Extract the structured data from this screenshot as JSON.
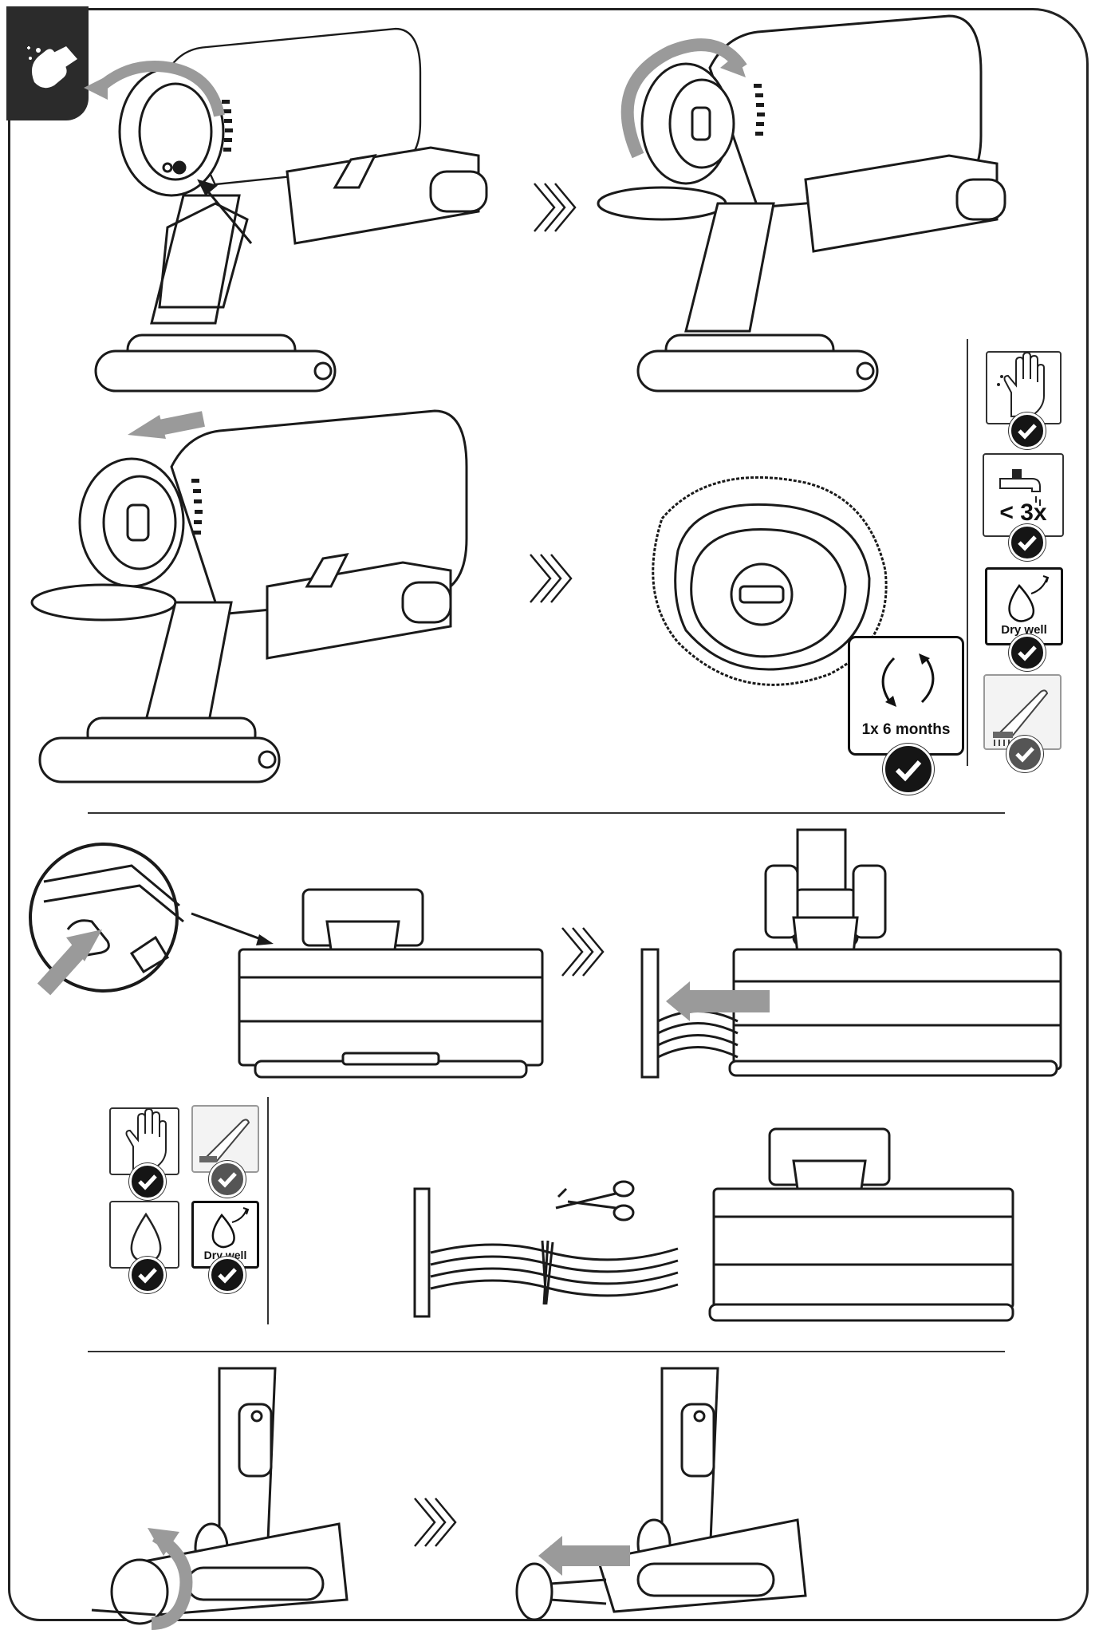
{
  "colors": {
    "line": "#1a1a1a",
    "arrow_gray": "#9a9a9a",
    "badge": "#2b2b2b",
    "check_fill": "#151515"
  },
  "header": {
    "badge_icon": "cleaning-hand-icon"
  },
  "maintenance_icons_top": [
    {
      "icon": "hand-wash-icon",
      "label": "",
      "check": true
    },
    {
      "icon": "water-tap-icon",
      "label": "< 3x",
      "check": true
    },
    {
      "icon": "dry-well-icon",
      "label": "Dry well",
      "check": true
    },
    {
      "icon": "brush-icon",
      "label": "",
      "check": true
    }
  ],
  "interval_badge": {
    "label": "1x 6 months",
    "icon": "rotate-arrows-icon"
  },
  "maintenance_icons_brush": [
    {
      "icon": "hand-wash-icon",
      "label": "",
      "check": true
    },
    {
      "icon": "brush-icon",
      "label": "",
      "check": true
    },
    {
      "icon": "water-drop-icon",
      "label": "",
      "check": true
    },
    {
      "icon": "dry-well-icon",
      "label": "Dry well",
      "check": true
    }
  ],
  "step_arrow_icon": "triple-chevron-right-icon",
  "tools": {
    "scissors_icon": "scissors-icon"
  }
}
